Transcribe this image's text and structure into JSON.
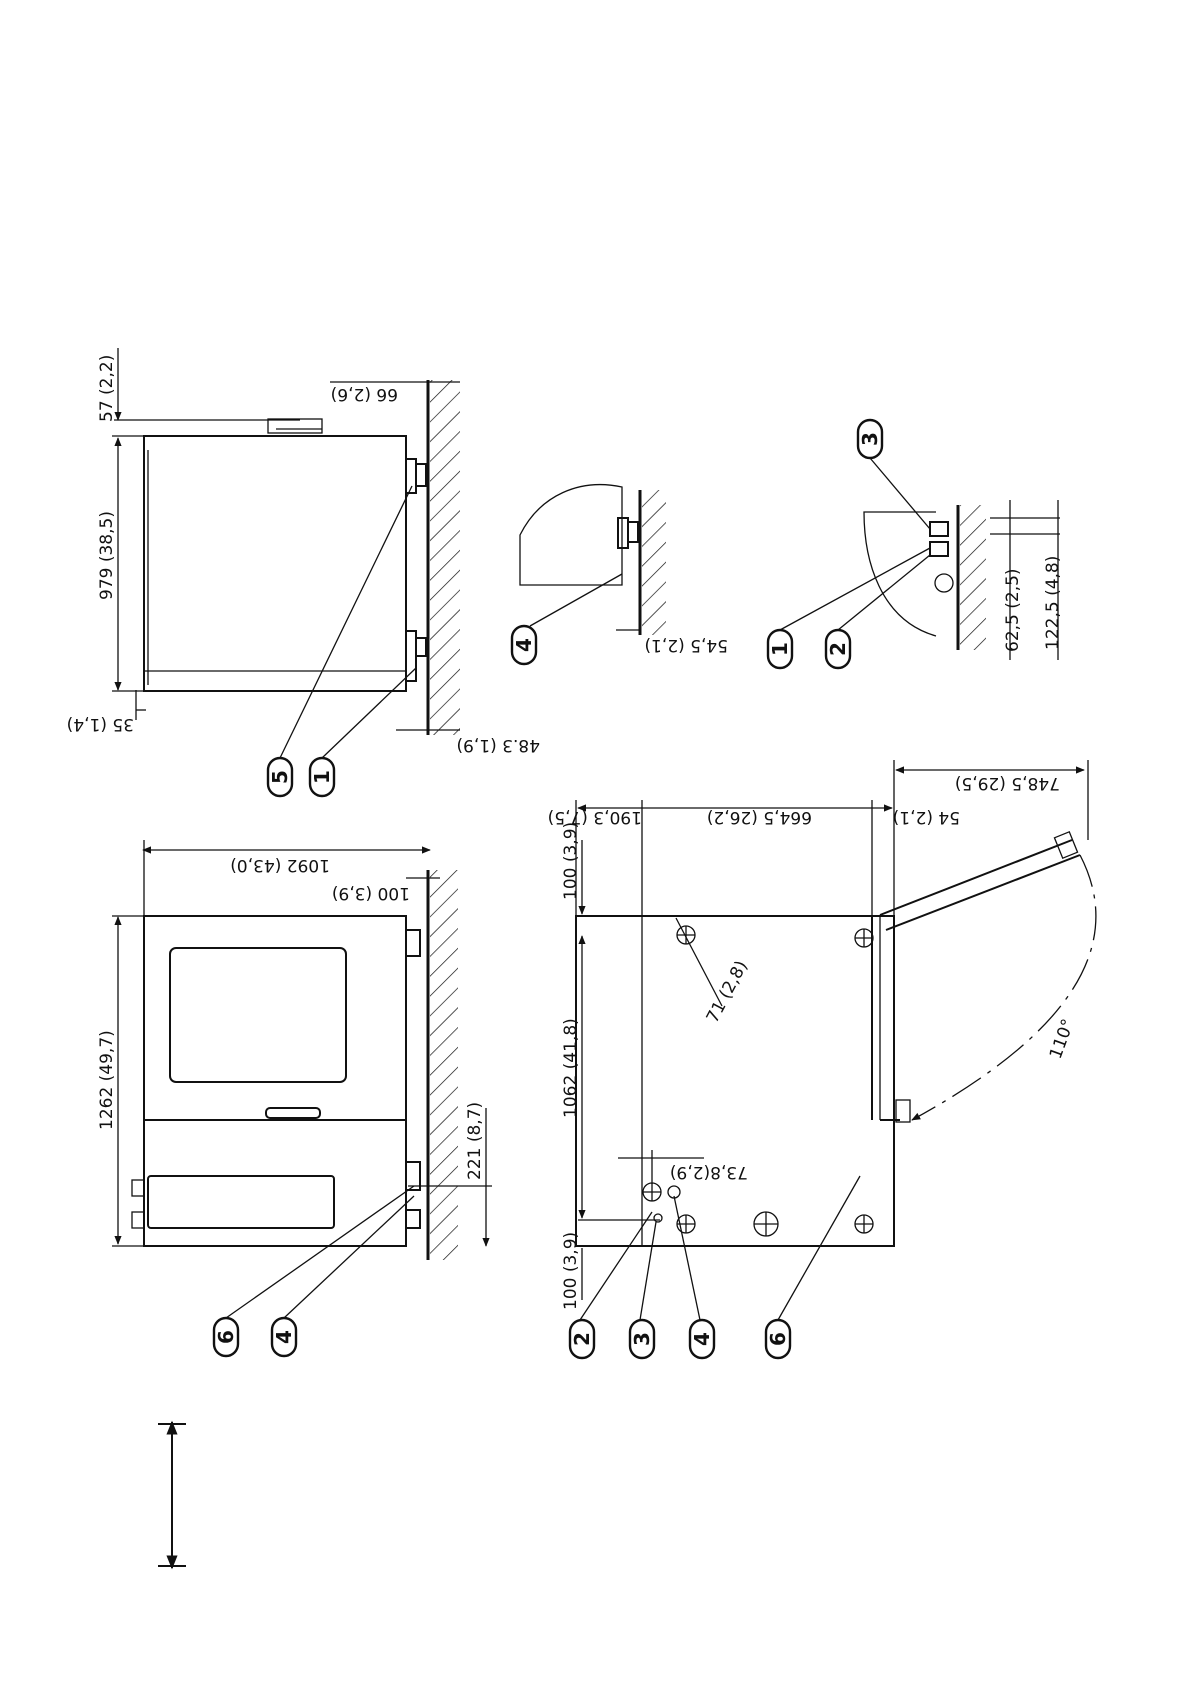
{
  "dimensions": {
    "a57": "57 (2,2)",
    "a979": "979  (38,5)",
    "a35": "35  (1,4)",
    "a66": "66 (2,6)",
    "a48_3": "48.3  (1,9)",
    "a54_5": "54,5  (2,1)",
    "a62_5": "62,5  (2,5)",
    "a122_5": "122,5  (4,8)",
    "a1262": "1262  (49,7)",
    "a1092": "1092  (43,0)",
    "a100_top": "100  (3,9)",
    "a221": "221  (8,7)",
    "a190_3": "190,3  (7,5)",
    "a664_5": "664,5  (26,2)",
    "a54": "54  (2,1)",
    "a748_5": "748,5  (29,5)",
    "a100_right": "100 (3,9)",
    "a1062": "1062  (41,8)",
    "a100_left": "100 (3,9)",
    "a71": "71 (2,8)",
    "a73_8": "73,8(2,9)",
    "angle": "110°"
  },
  "callouts": {
    "c5": "5",
    "c1a": "1",
    "c4a": "4",
    "c3": "3",
    "c1b": "1",
    "c2a": "2",
    "c6a": "6",
    "c4b": "4",
    "c2b": "2",
    "c3b": "3",
    "c4c": "4",
    "c6b": "6"
  }
}
